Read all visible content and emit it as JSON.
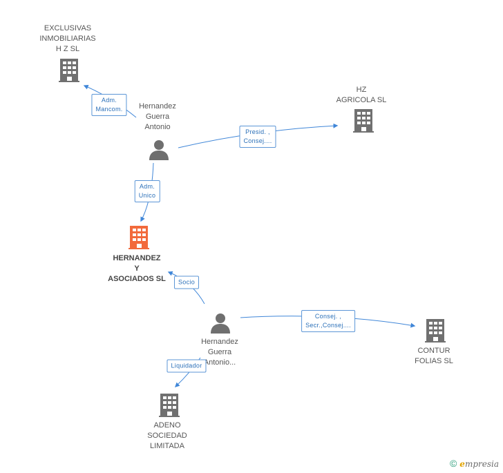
{
  "colors": {
    "building": "#707070",
    "building_focus": "#f26a3c",
    "person": "#6f6f6f",
    "edge": "#3f86d8"
  },
  "nodes": {
    "exclusivas": {
      "label": "EXCLUSIVAS\nINMOBILIARIAS\nH Z SL",
      "icon": "building-icon"
    },
    "hz_agricola": {
      "label": "HZ\nAGRICOLA SL",
      "icon": "building-icon"
    },
    "person_top": {
      "label": "Hernandez\nGuerra\nAntonio",
      "icon": "person-icon"
    },
    "hernandez_asociados": {
      "label": "HERNANDEZ\nY\nASOCIADOS SL",
      "icon": "building-icon"
    },
    "person_bottom": {
      "label": "Hernandez\nGuerra\nAntonio...",
      "icon": "person-icon"
    },
    "contur": {
      "label": "CONTUR\nFOLIAS SL",
      "icon": "building-icon"
    },
    "adeno": {
      "label": "ADENO\nSOCIEDAD\nLIMITADA",
      "icon": "building-icon"
    }
  },
  "edges": {
    "adm_mancom": "Adm.\nMancom.",
    "presid_consej": "Presid. ,\nConsej....",
    "adm_unico": "Adm.\nUnico",
    "socio": "Socio",
    "consej_secr": "Consej. ,\nSecr.,Consej....",
    "liquidador": "Liquidador"
  },
  "footer": {
    "copyright": "©",
    "brand_initial": "e",
    "brand_rest": "mpresia"
  }
}
